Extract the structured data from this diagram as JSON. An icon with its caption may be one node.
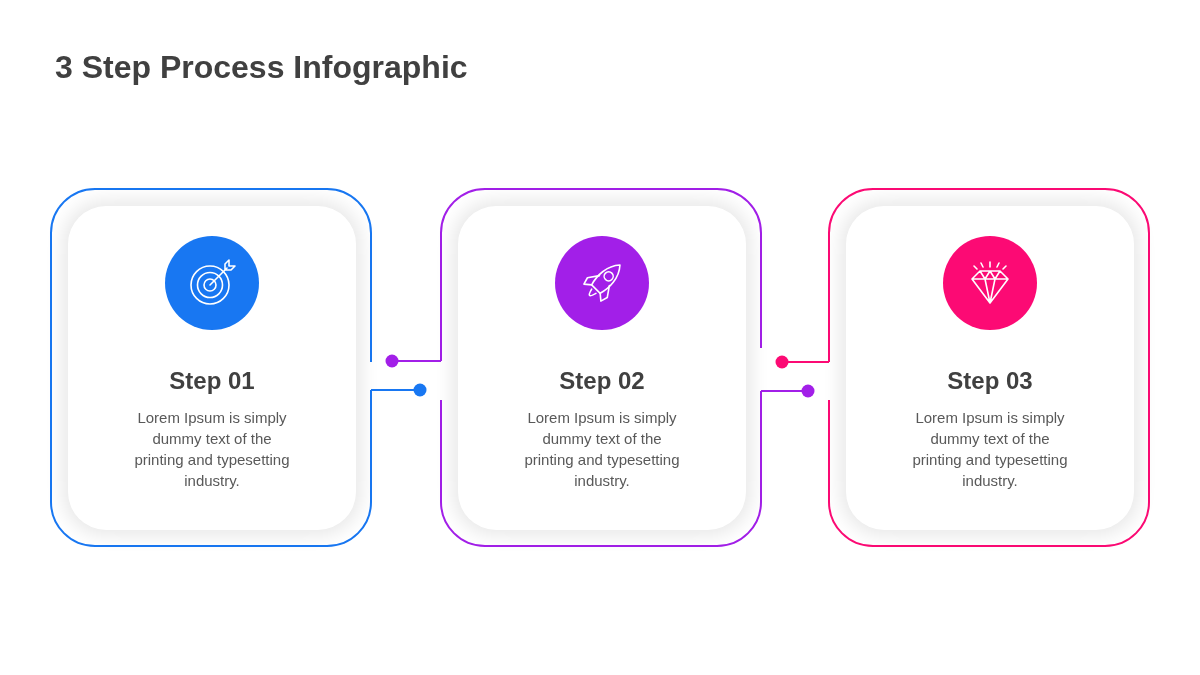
{
  "diagram": {
    "title": "3 Step Process Infographic",
    "nodes": [
      {
        "text": [
          "Step 01",
          "Lorem Ipsum is simply dummy text of the printing and typesetting industry."
        ]
      },
      {
        "text": [
          "Step 02",
          "Lorem Ipsum is simply dummy text of the printing and typesetting industry."
        ]
      },
      {
        "text": [
          "Step 03",
          "Lorem Ipsum is simply dummy text of the printing and typesetting industry."
        ]
      }
    ],
    "edges": [
      {
        "from": 0,
        "to": 1,
        "arrow": "other",
        "color": "#1877f2"
      },
      {
        "from": 1,
        "to": 0,
        "arrow": "other",
        "color": "#a21fe8"
      },
      {
        "from": 1,
        "to": 2,
        "arrow": "other",
        "color": "#a21fe8"
      },
      {
        "from": 2,
        "to": 1,
        "arrow": "other",
        "color": "#fc0a74"
      }
    ]
  }
}
